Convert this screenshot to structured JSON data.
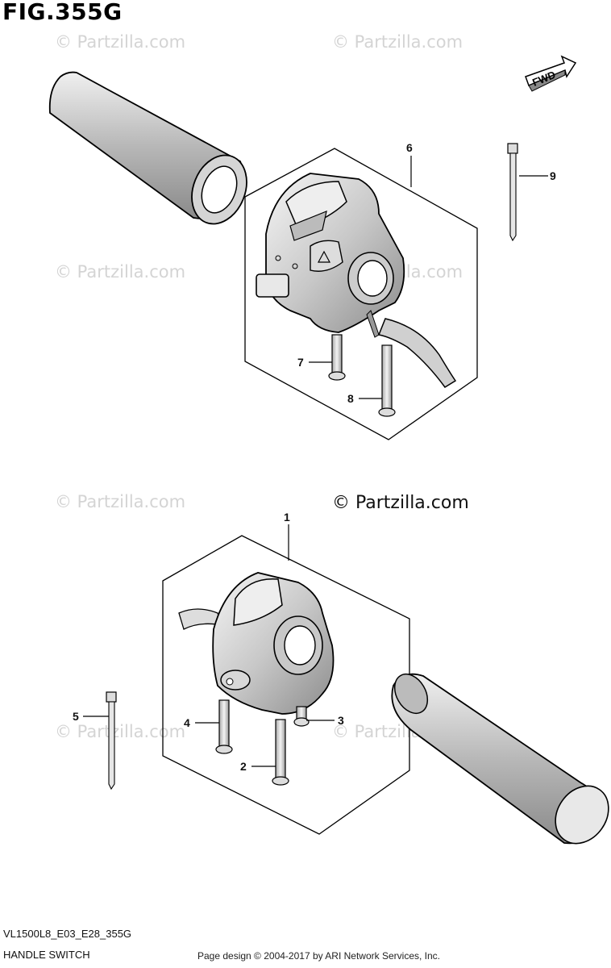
{
  "figure": {
    "title": "FIG.355G",
    "model_code": "VL1500L8_E03_E28_355G",
    "section_name": "HANDLE SWITCH",
    "footer": "Page design © 2004-2017 by ARI Network Services, Inc.",
    "copyright": "© Partzilla.com",
    "watermark": "© Partzilla.com",
    "fwd_label": "FWD"
  },
  "callouts": [
    "1",
    "2",
    "3",
    "4",
    "5",
    "6",
    "7",
    "8",
    "9"
  ]
}
